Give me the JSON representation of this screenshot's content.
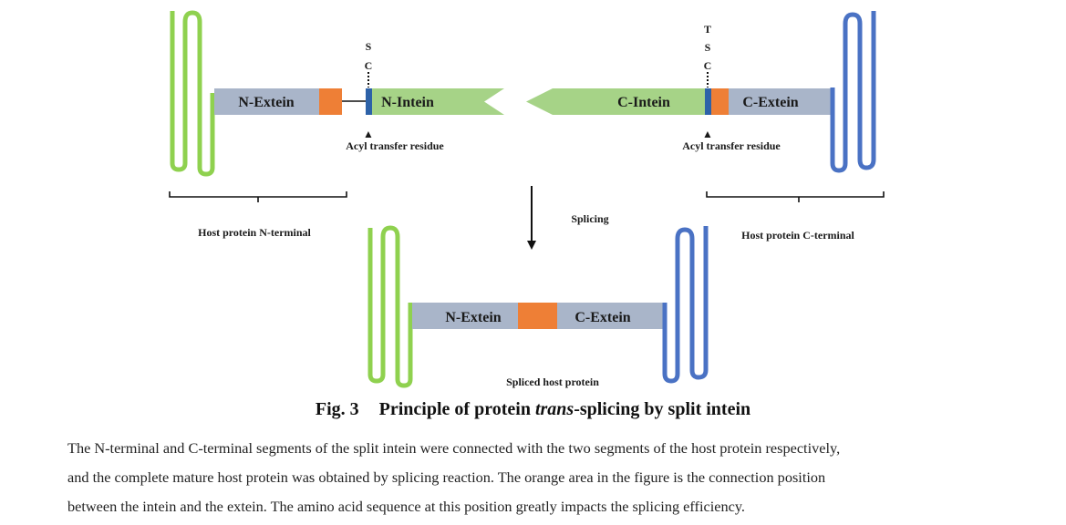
{
  "colors": {
    "n_host": "#8fd14f",
    "c_host": "#4a72c4",
    "extein": "#a9b5c9",
    "junction": "#ee7f36",
    "cys": "#2d62a8",
    "intein": "#a6d387"
  },
  "top": {
    "n_extein": "N-Extein",
    "n_intein": "N-Intein",
    "c_intein": "C-Intein",
    "c_extein": "C-Extein",
    "residue_left": "SC",
    "residue_left_chars": [
      "S",
      "C"
    ],
    "residue_right": "TSC",
    "residue_right_chars": [
      "T",
      "S",
      "C"
    ],
    "acyl_left": "Acyl transfer residue",
    "acyl_right": "Acyl transfer residue",
    "arrow_marker": "▲",
    "host_n": "Host protein N-terminal",
    "host_c": "Host protein C-terminal"
  },
  "middle": {
    "splicing": "Splicing"
  },
  "bottom": {
    "n_extein": "N-Extein",
    "c_extein": "C-Extein",
    "label": "Spliced host protein"
  },
  "caption": {
    "number": "Fig. 3",
    "before": "Principle of protein ",
    "italic": "trans",
    "after": "-splicing by split intein"
  },
  "description": {
    "line1": "The N-terminal and C-terminal segments of the split intein were connected with the two segments of the host protein respectively,",
    "line2": "and the complete mature host protein was obtained by splicing reaction.  The orange area in the figure is the connection position",
    "line3": "between the intein and the extein.  The amino acid sequence at this position greatly impacts the splicing efficiency."
  }
}
